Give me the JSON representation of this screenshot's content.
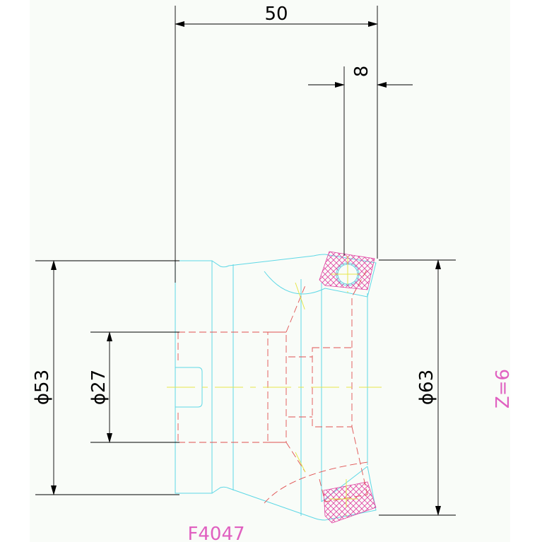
{
  "drawing": {
    "dimensions": {
      "overall_width": "50",
      "small_offset": "8",
      "outer_diameter_left": "ϕ53",
      "bore_diameter": "ϕ27",
      "outer_diameter_right": "ϕ63"
    },
    "part_number": "F4047",
    "tooth_count": "Z=6"
  },
  "colors": {
    "background": "#f9fcf8",
    "dimension_lines": "#000000",
    "part_outline": "#5fd8e6",
    "hidden_lines": "#e05050",
    "center_lines": "#e6e64a",
    "hatch": "#e040a0",
    "annotation_text": "#e060c0"
  }
}
